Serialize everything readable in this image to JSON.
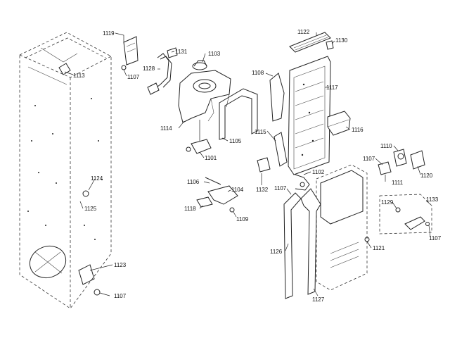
{
  "labels": {
    "l1119": "1119",
    "l1113": "1113",
    "l1107a": "1107",
    "l1131": "1131",
    "l1128": "1128",
    "l1103": "1103",
    "l1114": "1114",
    "l1105": "1105",
    "l1101": "1101",
    "l1122": "1122",
    "l1130": "1130",
    "l1108": "1108",
    "l1117": "1117",
    "l1116": "1116",
    "l1115": "1115",
    "l1102": "1102",
    "l1132": "1132",
    "l1106": "1106",
    "l1104": "1104",
    "l1118": "1118",
    "l1109": "1109",
    "l1107b": "1107",
    "l1110": "1110",
    "l1107c": "1107",
    "l1120": "1120",
    "l1111": "1111",
    "l1133": "1133",
    "l1129": "1129",
    "l1107d": "1107",
    "l1121": "1121",
    "l1126": "1126",
    "l1127": "1127",
    "l1124": "1124",
    "l1125": "1125",
    "l1123": "1123",
    "l1107e": "1107"
  }
}
